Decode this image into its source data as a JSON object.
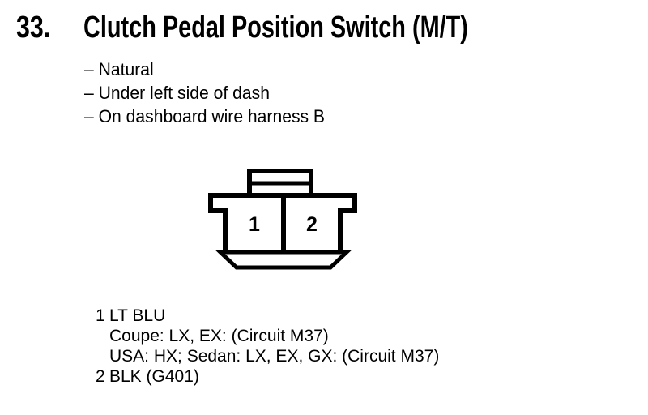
{
  "header": {
    "item_number": "33.",
    "title": "Clutch Pedal Position Switch (M/T)"
  },
  "notes": [
    "– Natural",
    "– Under left side of dash",
    "– On dashboard wire harness B"
  ],
  "connector": {
    "pin1_label": "1",
    "pin2_label": "2"
  },
  "pin_list": [
    {
      "pin": "1",
      "lines": [
        "LT BLU",
        "Coupe: LX, EX: (Circuit M37)",
        "USA: HX; Sedan: LX, EX, GX: (Circuit M37)"
      ]
    },
    {
      "pin": "2",
      "lines": [
        "BLK (G401)"
      ]
    }
  ],
  "colors": {
    "ink": "#000000",
    "background": "#ffffff"
  }
}
